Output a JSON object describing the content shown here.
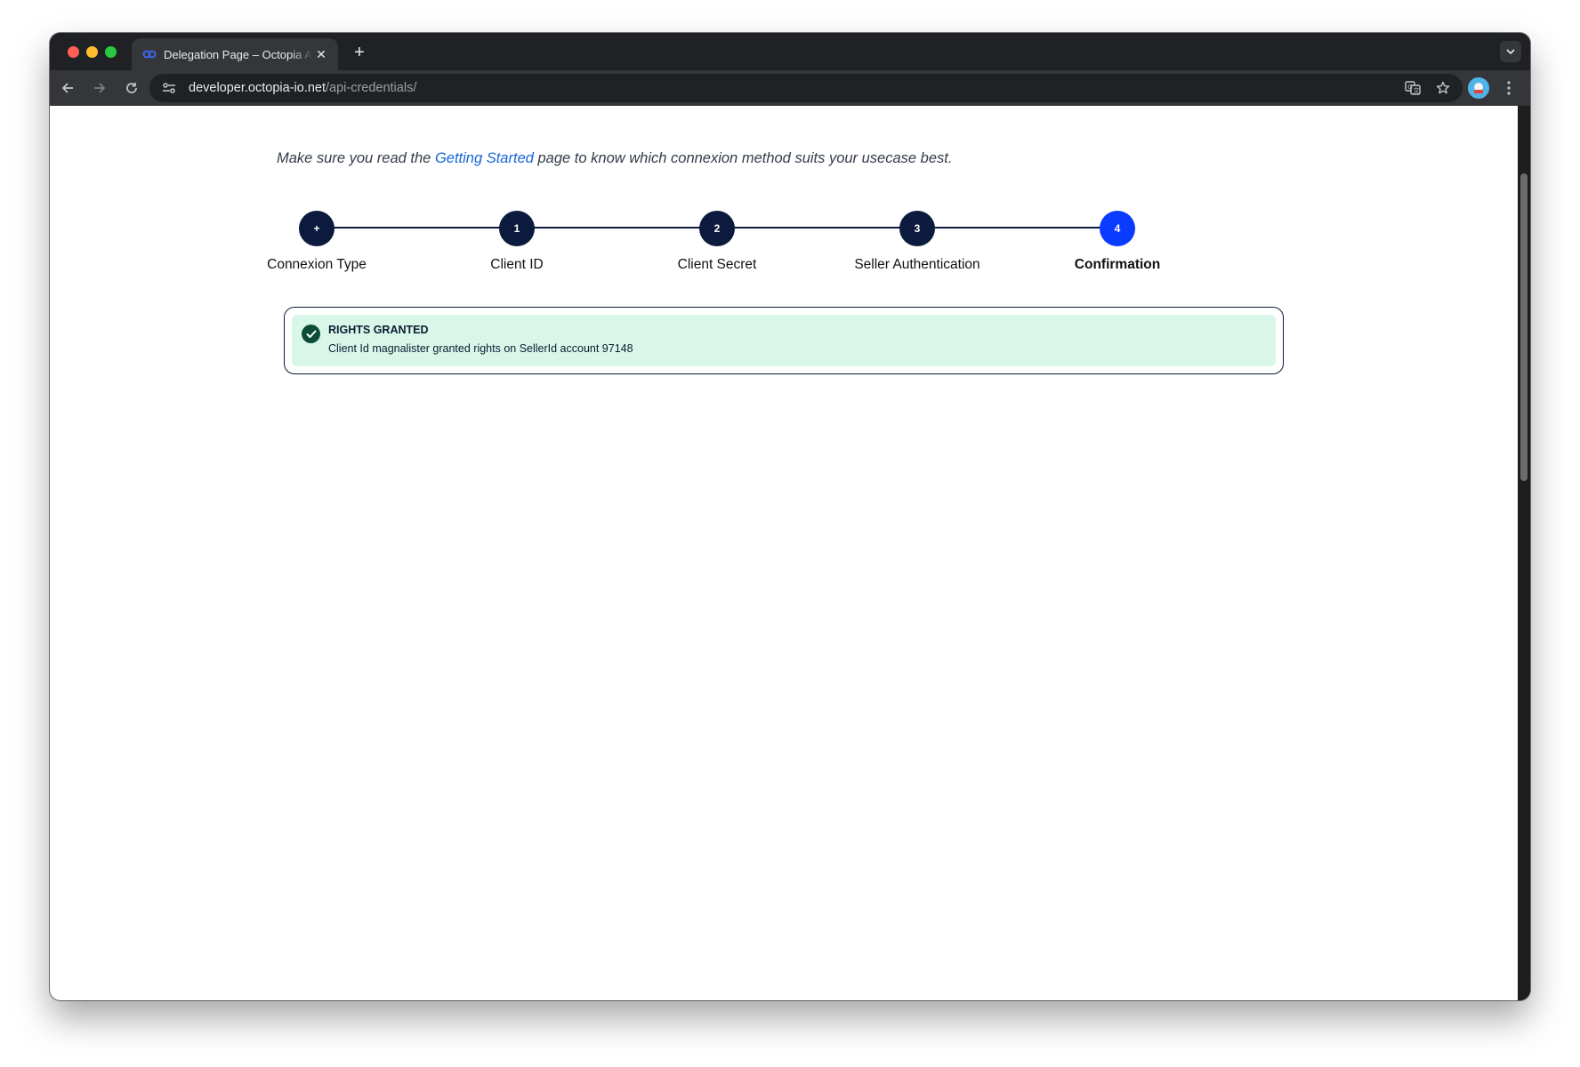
{
  "browser": {
    "tab_title": "Delegation Page – Octopia API",
    "url_host": "developer.octopia-io.net",
    "url_path": "/api-credentials/"
  },
  "page": {
    "intro_before": "Make sure you read the ",
    "intro_link": "Getting Started",
    "intro_after": " page to know which connexion method suits your usecase best.",
    "steps": [
      {
        "marker": "+",
        "label": "Connexion Type"
      },
      {
        "marker": "1",
        "label": "Client ID"
      },
      {
        "marker": "2",
        "label": "Client Secret"
      },
      {
        "marker": "3",
        "label": "Seller Authentication"
      },
      {
        "marker": "4",
        "label": "Confirmation"
      }
    ],
    "active_step": 4,
    "alert": {
      "title": "RIGHTS GRANTED",
      "message": "Client Id magnalister granted rights on SellerId account 97148"
    }
  },
  "colors": {
    "step_dot": "#0b1a3d",
    "step_active": "#0a3cff",
    "alert_bg": "#d8f7e8",
    "link": "#1565d8"
  }
}
